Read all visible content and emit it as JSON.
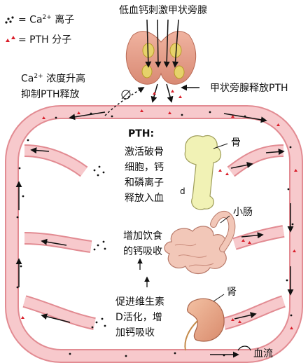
{
  "legend": {
    "ca_label": "= Ca",
    "ca_superscript": "2+",
    "ca_suffix": " 离子",
    "pth_label": "= PTH",
    "pth_suffix": " 分子"
  },
  "labels": {
    "top_title": "低血钙刺激甲状旁腺",
    "ca_rise_line1_prefix": "Ca",
    "ca_rise_superscript": "2+",
    "ca_rise_line1_suffix": " 浓度升高",
    "ca_rise_line2": "抑制PTH释放",
    "release": "甲状旁腺释放PTH",
    "pth_heading": "PTH:",
    "pth_effect": [
      "激活破骨",
      "细胞，钙",
      "和磷离子",
      "释放入血"
    ],
    "bone": "骨",
    "d_marker": "d",
    "intestine": "小肠",
    "intestine_effect": [
      "增加饮食",
      "的钙吸收"
    ],
    "kidney": "肾",
    "kidney_effect": [
      "促进维生素",
      "D活化，增",
      "加钙吸收"
    ],
    "blood_flow": "血流"
  },
  "colors": {
    "vessel": "#f7c9cc",
    "vessel_edge": "#e28b92",
    "gland": "#e8a08c",
    "nodule": "#e6d26a",
    "bone": "#f1f2b5",
    "intestine": "#f2c7b8",
    "kidney": "#e7a98c",
    "pth_marker": "#d91e2a",
    "arrow": "#111111"
  }
}
